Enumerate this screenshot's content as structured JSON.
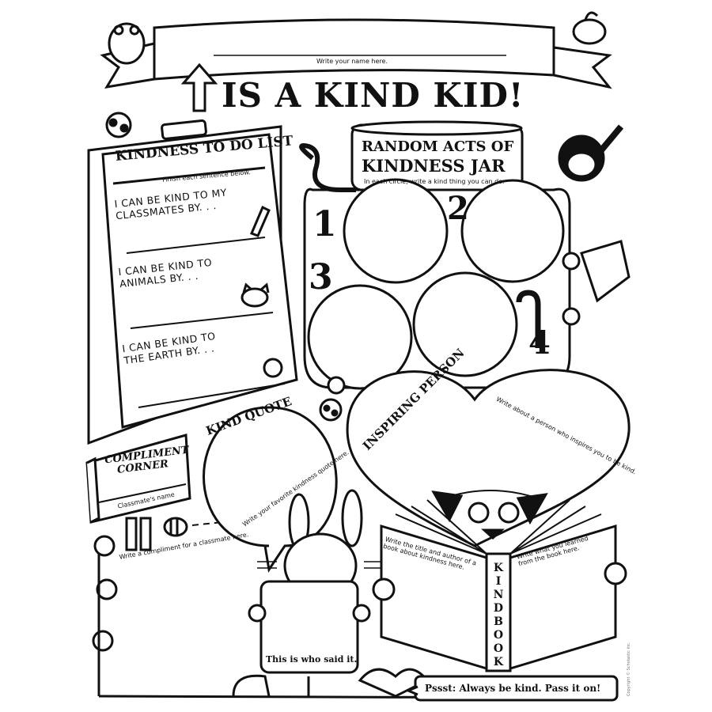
{
  "header": {
    "name_hint": "Write your name here.",
    "title": "IS A KIND KID!"
  },
  "todo_list": {
    "title": "KINDNESS TO DO LIST",
    "subtitle": "Finish each sentence below.",
    "prompts": [
      "I CAN BE KIND TO MY CLASSMATES BY. . .",
      "I CAN BE KIND TO ANIMALS BY. . .",
      "I CAN BE KIND TO THE EARTH BY. . ."
    ]
  },
  "jar": {
    "title_line1": "RANDOM ACTS OF",
    "title_line2": "KINDNESS JAR",
    "subtitle": "In each circle, write a kind thing you can do.",
    "numbers": [
      "1",
      "2",
      "3",
      "4"
    ]
  },
  "compliment": {
    "title_line1": "COMPLIMENT",
    "title_line2": "CORNER",
    "name_hint": "Classmate's name",
    "hint": "Write a compliment for a classmate here."
  },
  "quote": {
    "title": "KIND QUOTE",
    "hint": "Write your favorite kindness quote here.",
    "said_by": "This is who said it."
  },
  "inspiring": {
    "title": "INSPIRING PERSON",
    "hint": "Write about a person who inspires you to be kind."
  },
  "book": {
    "left_hint": "Write the title and author of a book about kindness here.",
    "right_hint": "Write what you learned from the book here.",
    "spine": "KIND BOOK"
  },
  "footer": {
    "message": "Pssst: Always be kind. Pass it on!",
    "copyright": "Copyright © Scholastic Inc."
  },
  "colors": {
    "ink": "#111111",
    "paper": "#ffffff"
  }
}
